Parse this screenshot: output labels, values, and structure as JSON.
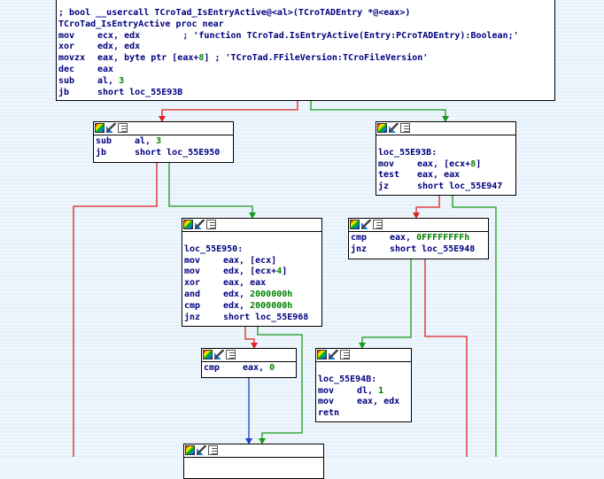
{
  "window": {
    "title": "IDA View - graph"
  },
  "blocks": {
    "entry": {
      "lines": [
        {
          "text": "; bool __usercall TCroTad_IsEntryActive@<al>(TCroTADEntry *@<eax>)"
        },
        {
          "text": "TCroTad_IsEntryActive proc near"
        },
        {
          "mn": "mov",
          "op": "ecx, edx",
          "cmt": "        ; 'function TCroTad.IsEntryActive(Entry:PCroTADEntry):Boolean;'"
        },
        {
          "mn": "xor",
          "op": "edx, edx"
        },
        {
          "mn": "movzx",
          "op": "eax, byte ptr [eax+",
          "num": "8",
          "op2": "] ; 'TCroTad.FFileVersion:TCroFileVersion'"
        },
        {
          "mn": "dec",
          "op": "eax"
        },
        {
          "mn": "sub",
          "op": "al, ",
          "num": "3"
        },
        {
          "mn": "jb",
          "op": "short loc_55E93B"
        }
      ]
    },
    "b1": {
      "lines": [
        {
          "mn": "sub",
          "op": "al, ",
          "num": "3"
        },
        {
          "mn": "jb",
          "op": "short loc_55E950"
        }
      ]
    },
    "b2": {
      "lines": [
        {
          "text": ""
        },
        {
          "text": "loc_55E93B:"
        },
        {
          "mn": "mov",
          "op": "eax, [ecx+",
          "num": "8",
          "op2": "]"
        },
        {
          "mn": "test",
          "op": "eax, eax"
        },
        {
          "mn": "jz",
          "op": "short loc_55E947"
        }
      ]
    },
    "b3": {
      "lines": [
        {
          "text": ""
        },
        {
          "text": "loc_55E950:"
        },
        {
          "mn": "mov",
          "op": "eax, [ecx]"
        },
        {
          "mn": "mov",
          "op": "edx, [ecx+",
          "num": "4",
          "op2": "]"
        },
        {
          "mn": "xor",
          "op": "eax, eax"
        },
        {
          "mn": "and",
          "op": "edx, ",
          "num": "2000000h"
        },
        {
          "mn": "cmp",
          "op": "edx, ",
          "num": "2000000h"
        },
        {
          "mn": "jnz",
          "op": "short loc_55E968"
        }
      ]
    },
    "b4": {
      "lines": [
        {
          "mn": "cmp",
          "op": "eax, ",
          "num": "0FFFFFFFFh"
        },
        {
          "mn": "jnz",
          "op": "short loc_55E948"
        }
      ]
    },
    "b5": {
      "lines": [
        {
          "mn": "cmp",
          "op": "eax, ",
          "num": "0"
        }
      ]
    },
    "b6": {
      "lines": [
        {
          "text": ""
        },
        {
          "text": "loc_55E94B:"
        },
        {
          "mn": "mov",
          "op": "dl, ",
          "num": "1"
        },
        {
          "mn": "mov",
          "op": "eax, edx"
        },
        {
          "text": "retn"
        }
      ]
    },
    "b7": {
      "lines": []
    }
  },
  "colors": {
    "edge_true": "#1a9a1a",
    "edge_false": "#dd2020",
    "edge_uncond": "#2040c0",
    "number": "#008000",
    "text": "#000080"
  },
  "icons": {
    "header": [
      "color-palette-icon",
      "graph-overview-icon",
      "text-view-icon"
    ]
  }
}
